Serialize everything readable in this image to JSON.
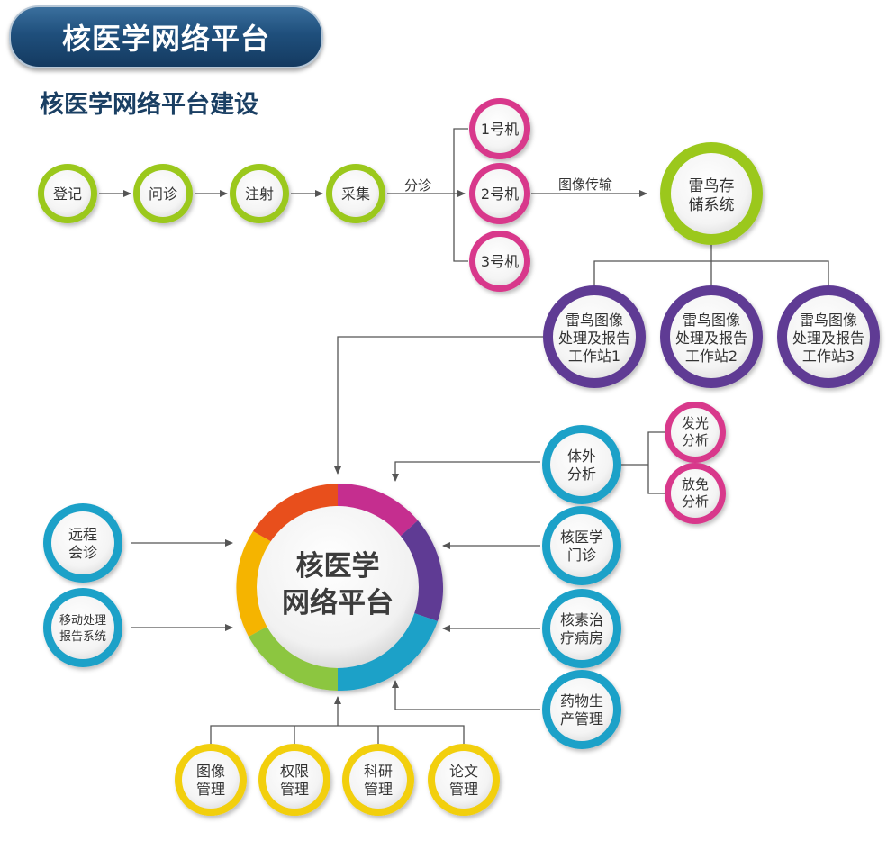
{
  "header": {
    "banner_title": "核医学网络平台",
    "subtitle": "核医学网络平台建设"
  },
  "colors": {
    "green": "#9bc81f",
    "pink": "#d8388b",
    "purple": "#5e3a94",
    "blue": "#1ba1c8",
    "yellow": "#f2cf08",
    "line": "#555555",
    "banner": "#1f4f7c"
  },
  "nodes": {
    "register": "登记",
    "consult": "问诊",
    "inject": "注射",
    "acquire": "采集",
    "machine1": "1号机",
    "machine2": "2号机",
    "machine3": "3号机",
    "storage": [
      "雷鸟存",
      "储系统"
    ],
    "ws1": [
      "雷鸟图像",
      "处理及报告",
      "工作站1"
    ],
    "ws2": [
      "雷鸟图像",
      "处理及报告",
      "工作站2"
    ],
    "ws3": [
      "雷鸟图像",
      "处理及报告",
      "工作站3"
    ],
    "center": [
      "核医学",
      "网络平台"
    ],
    "invitro": [
      "体外",
      "分析"
    ],
    "luminescence": [
      "发光",
      "分析"
    ],
    "radioimmuno": [
      "放免",
      "分析"
    ],
    "outpatient": [
      "核医学",
      "门诊"
    ],
    "ward": [
      "核素治",
      "疗病房"
    ],
    "pharma": [
      "药物生",
      "产管理"
    ],
    "remote": [
      "远程",
      "会诊"
    ],
    "mobile": [
      "移动处理",
      "报告系统"
    ],
    "image_mgmt": [
      "图像",
      "管理"
    ],
    "perm_mgmt": [
      "权限",
      "管理"
    ],
    "research_mgmt": [
      "科研",
      "管理"
    ],
    "paper_mgmt": [
      "论文",
      "管理"
    ]
  },
  "edges": {
    "triage": "分诊",
    "transfer": "图像传输"
  }
}
